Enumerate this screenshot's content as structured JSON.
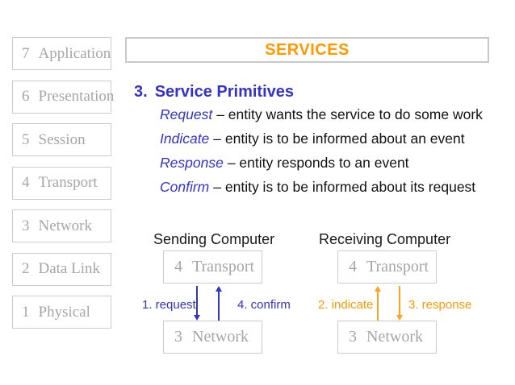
{
  "colors": {
    "accent_orange": "#FF9900",
    "accent_blue": "#3333CC",
    "muted_gray_text": "#A6A6A6",
    "box_border_gray": "#CCCCCC"
  },
  "header": {
    "title": "SERVICES"
  },
  "osi_sidebar": {
    "layers": [
      {
        "num": "7",
        "name": "Application"
      },
      {
        "num": "6",
        "name": "Presentation"
      },
      {
        "num": "5",
        "name": "Session"
      },
      {
        "num": "4",
        "name": "Transport"
      },
      {
        "num": "3",
        "name": "Network"
      },
      {
        "num": "2",
        "name": "Data Link"
      },
      {
        "num": "1",
        "name": "Physical"
      }
    ]
  },
  "section": {
    "number": "3.",
    "title": "Service Primitives",
    "primitives": [
      {
        "term": "Request",
        "definition": "– entity wants the service to do some work"
      },
      {
        "term": "Indicate",
        "definition": "– entity is to be informed about an event"
      },
      {
        "term": "Response",
        "definition": "– entity responds to an event"
      },
      {
        "term": "Confirm",
        "definition": "– entity is to be informed about its request"
      }
    ]
  },
  "diagram": {
    "sending": {
      "title": "Sending Computer",
      "upper_box": {
        "num": "4",
        "name": "Transport"
      },
      "lower_box": {
        "num": "3",
        "name": "Network"
      },
      "arrows": [
        {
          "label": "1. request",
          "direction": "down"
        },
        {
          "label": "4. confirm",
          "direction": "up"
        }
      ]
    },
    "receiving": {
      "title": "Receiving Computer",
      "upper_box": {
        "num": "4",
        "name": "Transport"
      },
      "lower_box": {
        "num": "3",
        "name": "Network"
      },
      "arrows": [
        {
          "label": "2. indicate",
          "direction": "up"
        },
        {
          "label": "3. response",
          "direction": "down"
        }
      ]
    }
  }
}
